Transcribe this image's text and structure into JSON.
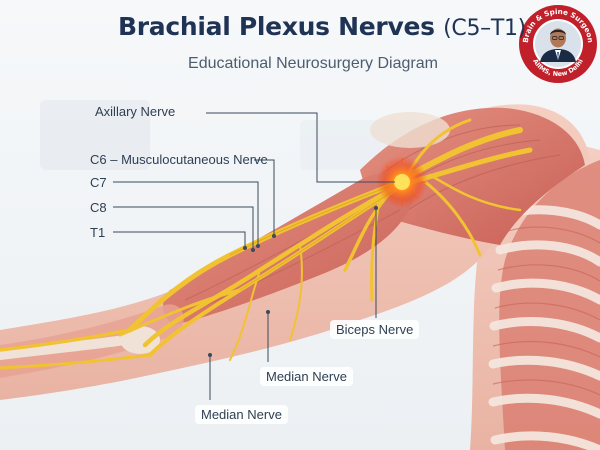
{
  "title": "Brachial Plexus Nerves",
  "title_suffix": "(C5–T1)",
  "subtitle": "Educational Neurosurgery Diagram",
  "labels": {
    "axillary": "Axillary Nerve",
    "c6": "C6 – Musculocutaneous Nerve",
    "c7": "C7",
    "c8": "C8",
    "t1": "T1",
    "biceps": "Biceps Nerve",
    "median_upper": "Median Nerve",
    "median_lower": "Median Nerve"
  },
  "badge": {
    "top_text": "Brain & Spine Surgeon",
    "bottom_text": "AIIMS, New Delhi"
  },
  "colors": {
    "title": "#1f3354",
    "nerve": "#f1c232",
    "muscle": "#d9766a",
    "badge_ring": "#c0202a",
    "leader": "#3b4a5c"
  }
}
